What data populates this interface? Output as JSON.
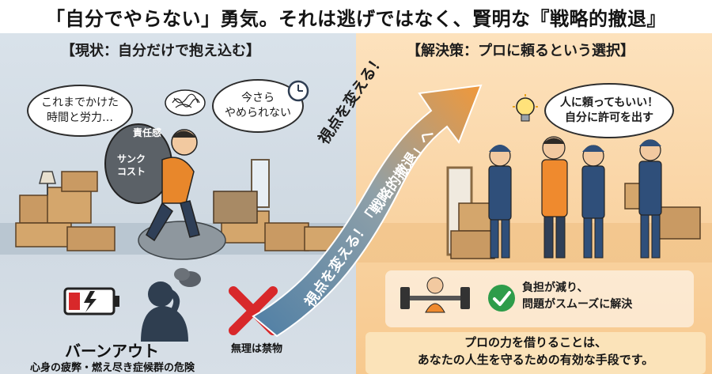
{
  "title": "「自分でやらない」勇気。それは逃げではなく、賢明な『戦略的撤退』",
  "left": {
    "header": "【現状：自分だけで抱え込む】",
    "bubble_left": [
      "これまでかけた",
      "時間と労力…"
    ],
    "bubble_right": [
      "今さら",
      "やめられない"
    ],
    "backpack_top": "責任感",
    "backpack_bottom": [
      "サンク",
      "コスト"
    ],
    "burnout_title": "バーンアウト",
    "burnout_sub": "心身の疲弊・燃え尽き症候群の危険",
    "ban_label": "無理は禁物",
    "icons": [
      "battery-empty-icon",
      "tangled-thoughts-icon",
      "clock-icon",
      "storm-cloud-icon",
      "cross-icon"
    ]
  },
  "arrow": {
    "top_text": "視点を変える！",
    "main_text": "視点を変える！「戦略的撤退」へ"
  },
  "right": {
    "header": "【解決策：プロに頼るという選択】",
    "bubble": [
      "人に頼ってもいい！",
      "自分に許可を出す"
    ],
    "benefit": [
      "負担が減り、",
      "問題がスムーズに解決"
    ],
    "conclusion": [
      "プロの力を借りることは、",
      "あなたの人生を守るための有効な手段です。"
    ],
    "icons": [
      "lightbulb-icon",
      "check-icon",
      "barbell-icon"
    ]
  },
  "colors": {
    "left_bg": "#d3dde6",
    "right_bg": "#f9d3a2",
    "arrow_start": "#4f7fa6",
    "arrow_end": "#f0983a",
    "cross": "#d8282a",
    "check": "#2e9c4a"
  }
}
